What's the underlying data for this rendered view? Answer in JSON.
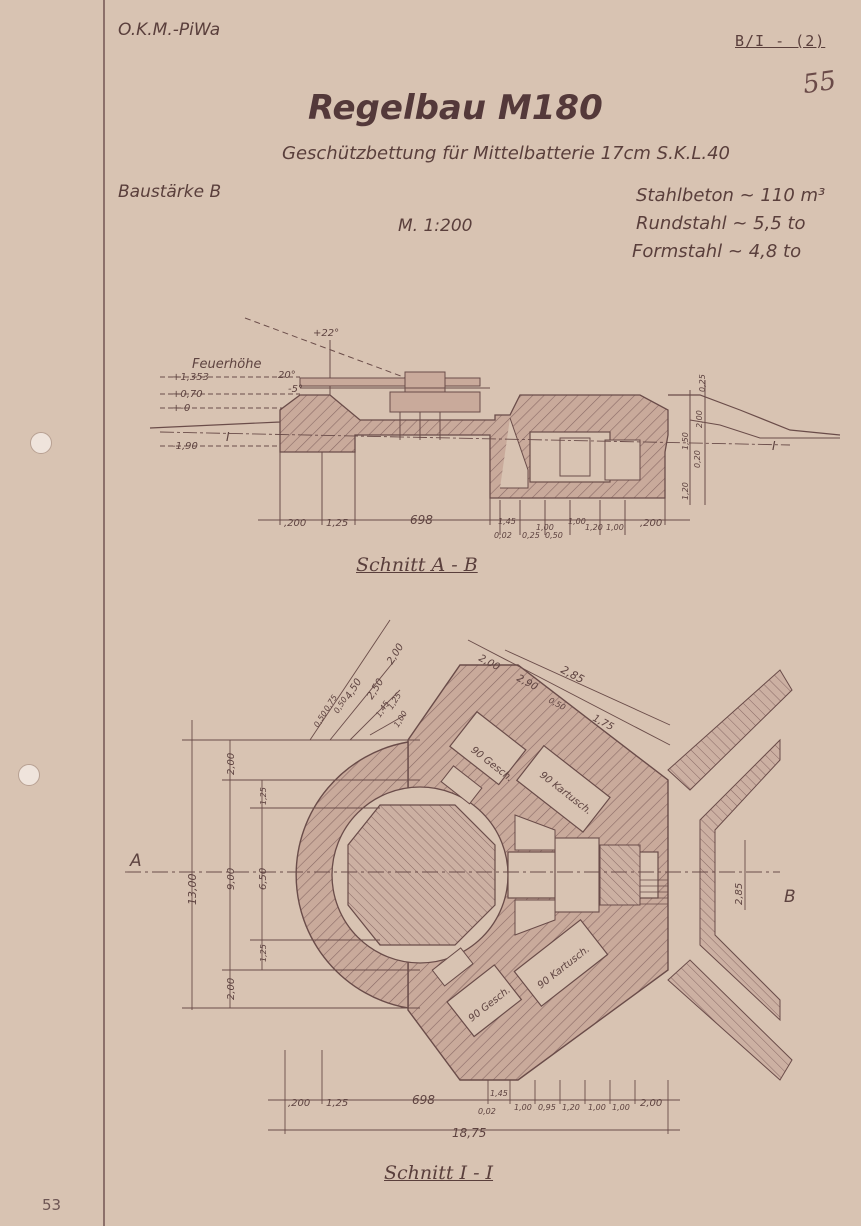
{
  "header": {
    "origin": "O.K.M.-PiWa",
    "sheet_ref": "B/I - (2)",
    "handwritten_ref": "55"
  },
  "title": "Regelbau M180",
  "subtitle": "Geschützbettung für Mittelbatterie 17cm S.K.L.40",
  "construction_strength": "Baustärke B",
  "scale": "M. 1:200",
  "materials": [
    "Stahlbeton ~ 110 m³",
    "Rundstahl ~ 5,5 to",
    "Formstahl ~ 4,8 to"
  ],
  "section_ab": {
    "caption": "Schnitt A - B",
    "fire_height_label": "Feuerhöhe",
    "elevation_labels": [
      "+1,353",
      "+0,70",
      "+-0",
      "-1,90"
    ],
    "angle_labels": [
      "+22°",
      "20°",
      "-5°"
    ],
    "bottom_dims": [
      ",200",
      "1,25",
      "698",
      ",200"
    ],
    "small_dims": [
      "1,45",
      "0,25",
      "0,50",
      "1,00",
      "1,00",
      "1,20",
      "1,00",
      "0,02"
    ],
    "right_dims": [
      "0,25",
      "1,50",
      "2,00",
      "0,20",
      "1,20"
    ],
    "cut_marks": [
      "I",
      "I"
    ]
  },
  "section_ii": {
    "caption": "Schnitt I - I",
    "room_labels": [
      "90 Gesch.",
      "90 Kartusch.",
      "90 Kartusch.",
      "90 Gesch."
    ],
    "side_labels": [
      "A",
      "B"
    ],
    "left_vertical_dims": [
      "13,00",
      "2,00",
      "1,25",
      "9,00",
      "6,50",
      "1,25",
      "2,00"
    ],
    "bottom_dims": [
      ",200",
      "1,25",
      "698",
      "1,45",
      "0,02",
      "1,00",
      "0,95",
      "1,20",
      "1,00",
      "1,00",
      "2,00"
    ],
    "total_dim": "18,75",
    "top_dims": [
      "2,00",
      "2,90",
      "2,85",
      "0,50",
      "1,75"
    ],
    "diag_dims": [
      "4,50",
      "2,00",
      "2,50",
      "1,45",
      "1,25",
      "0,50",
      "0,75",
      "0,50",
      "1,00"
    ],
    "right_dim": "2,85"
  },
  "page_number": "53"
}
